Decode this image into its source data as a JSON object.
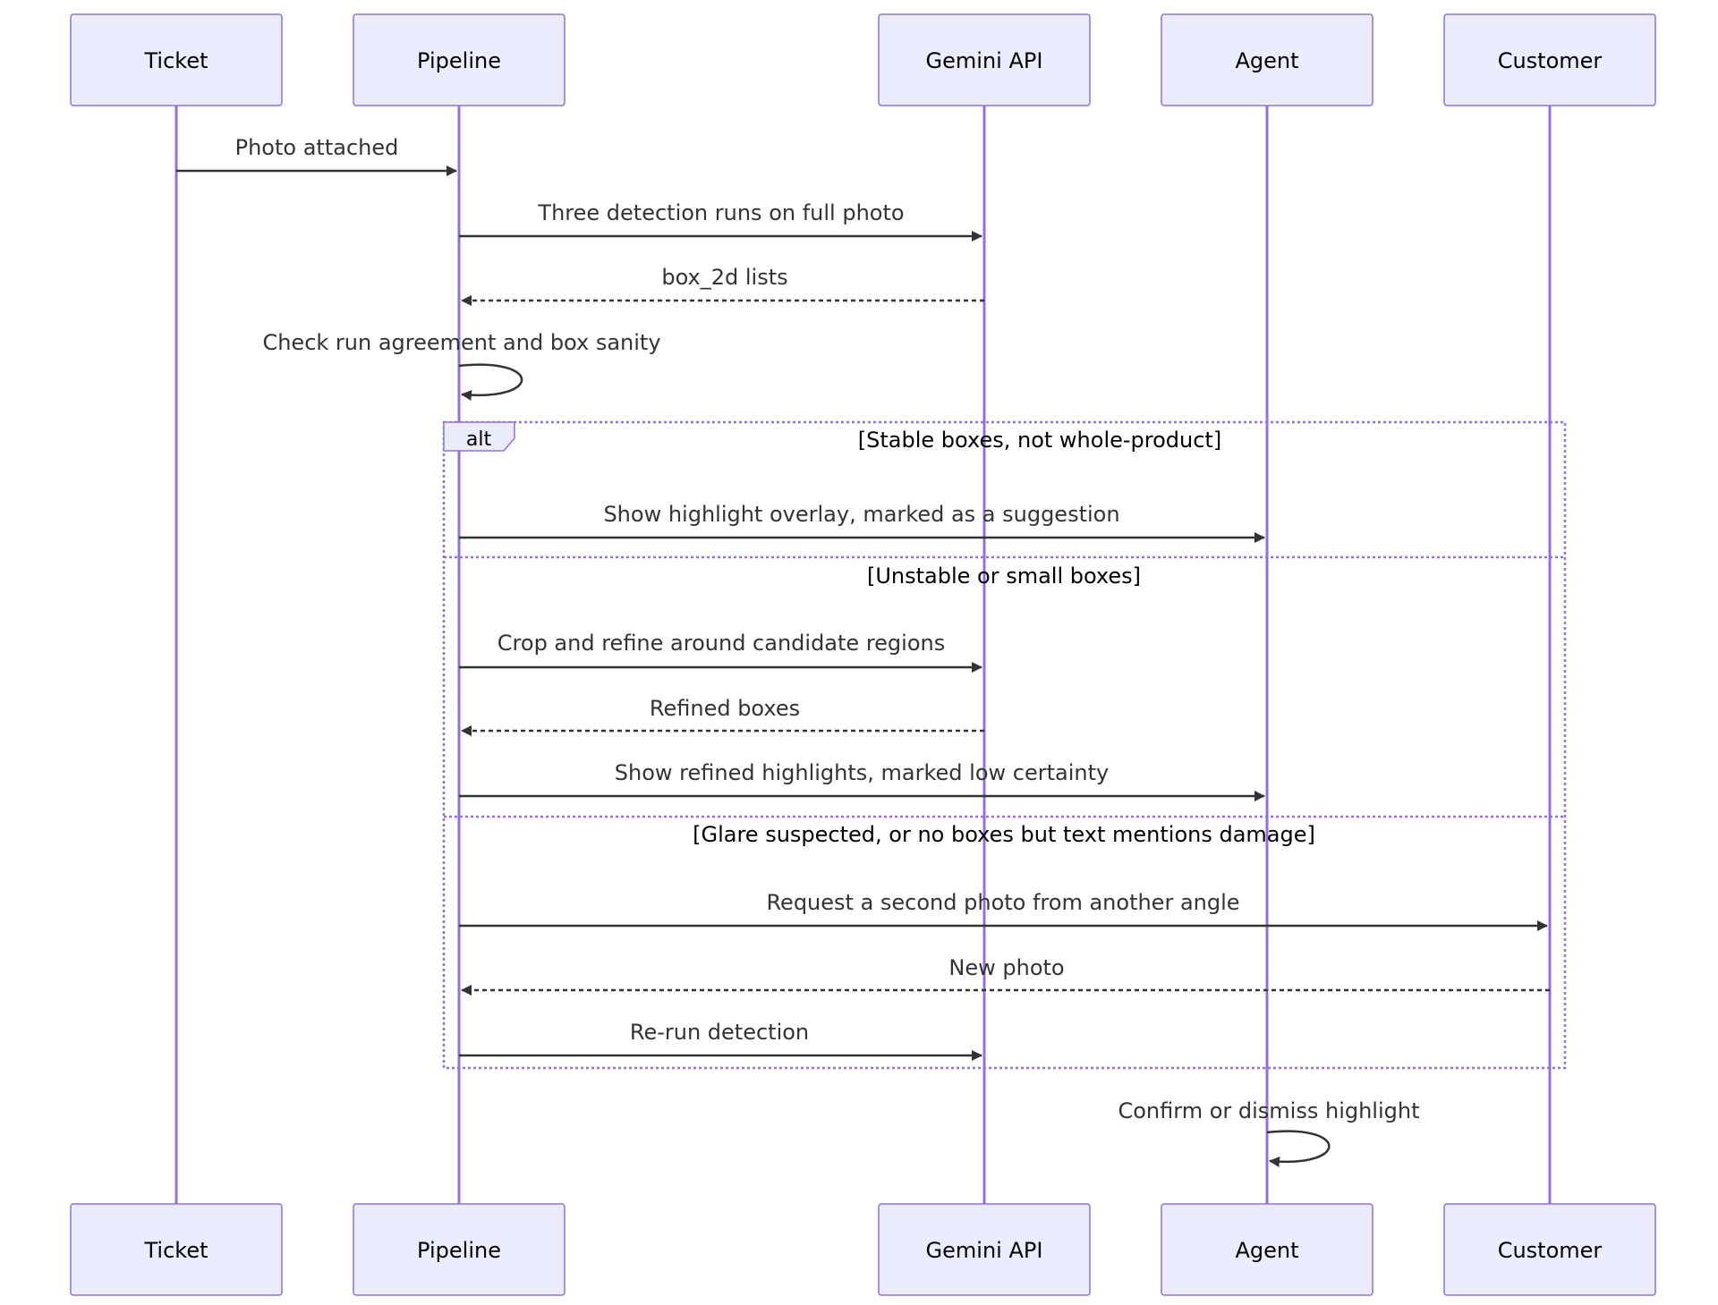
{
  "diagram": {
    "type": "sequence",
    "participants": [
      {
        "id": "ticket",
        "label": "Ticket"
      },
      {
        "id": "pipeline",
        "label": "Pipeline"
      },
      {
        "id": "gemini",
        "label": "Gemini API"
      },
      {
        "id": "agent",
        "label": "Agent"
      },
      {
        "id": "customer",
        "label": "Customer"
      }
    ],
    "messages": [
      {
        "from": "ticket",
        "to": "pipeline",
        "label": "Photo attached",
        "style": "solid"
      },
      {
        "from": "pipeline",
        "to": "gemini",
        "label": "Three detection runs on full photo",
        "style": "solid"
      },
      {
        "from": "gemini",
        "to": "pipeline",
        "label": "box_2d lists",
        "style": "dashed"
      },
      {
        "from": "pipeline",
        "to": "pipeline",
        "label": "Check run agreement and box sanity",
        "style": "solid"
      },
      {
        "from": "pipeline",
        "to": "agent",
        "label": "Show highlight overlay, marked as a suggestion",
        "style": "solid"
      },
      {
        "from": "pipeline",
        "to": "gemini",
        "label": "Crop and refine around candidate regions",
        "style": "solid"
      },
      {
        "from": "gemini",
        "to": "pipeline",
        "label": "Refined boxes",
        "style": "dashed"
      },
      {
        "from": "pipeline",
        "to": "agent",
        "label": "Show refined highlights, marked low certainty",
        "style": "solid"
      },
      {
        "from": "pipeline",
        "to": "customer",
        "label": "Request a second photo from another angle",
        "style": "solid"
      },
      {
        "from": "customer",
        "to": "pipeline",
        "label": "New photo",
        "style": "dashed"
      },
      {
        "from": "pipeline",
        "to": "gemini",
        "label": "Re-run detection",
        "style": "solid"
      },
      {
        "from": "agent",
        "to": "agent",
        "label": "Confirm or dismiss highlight",
        "style": "solid"
      }
    ],
    "fragment": {
      "keyword": "alt",
      "conditions": [
        "[Stable boxes, not whole-product]",
        "[Unstable or small boxes]",
        "[Glare suspected, or no boxes but text mentions damage]"
      ]
    },
    "colors": {
      "actor_fill": "#ECECFF",
      "actor_border": "#9370DB",
      "lifeline": "#9370DB",
      "message": "#333333"
    }
  }
}
